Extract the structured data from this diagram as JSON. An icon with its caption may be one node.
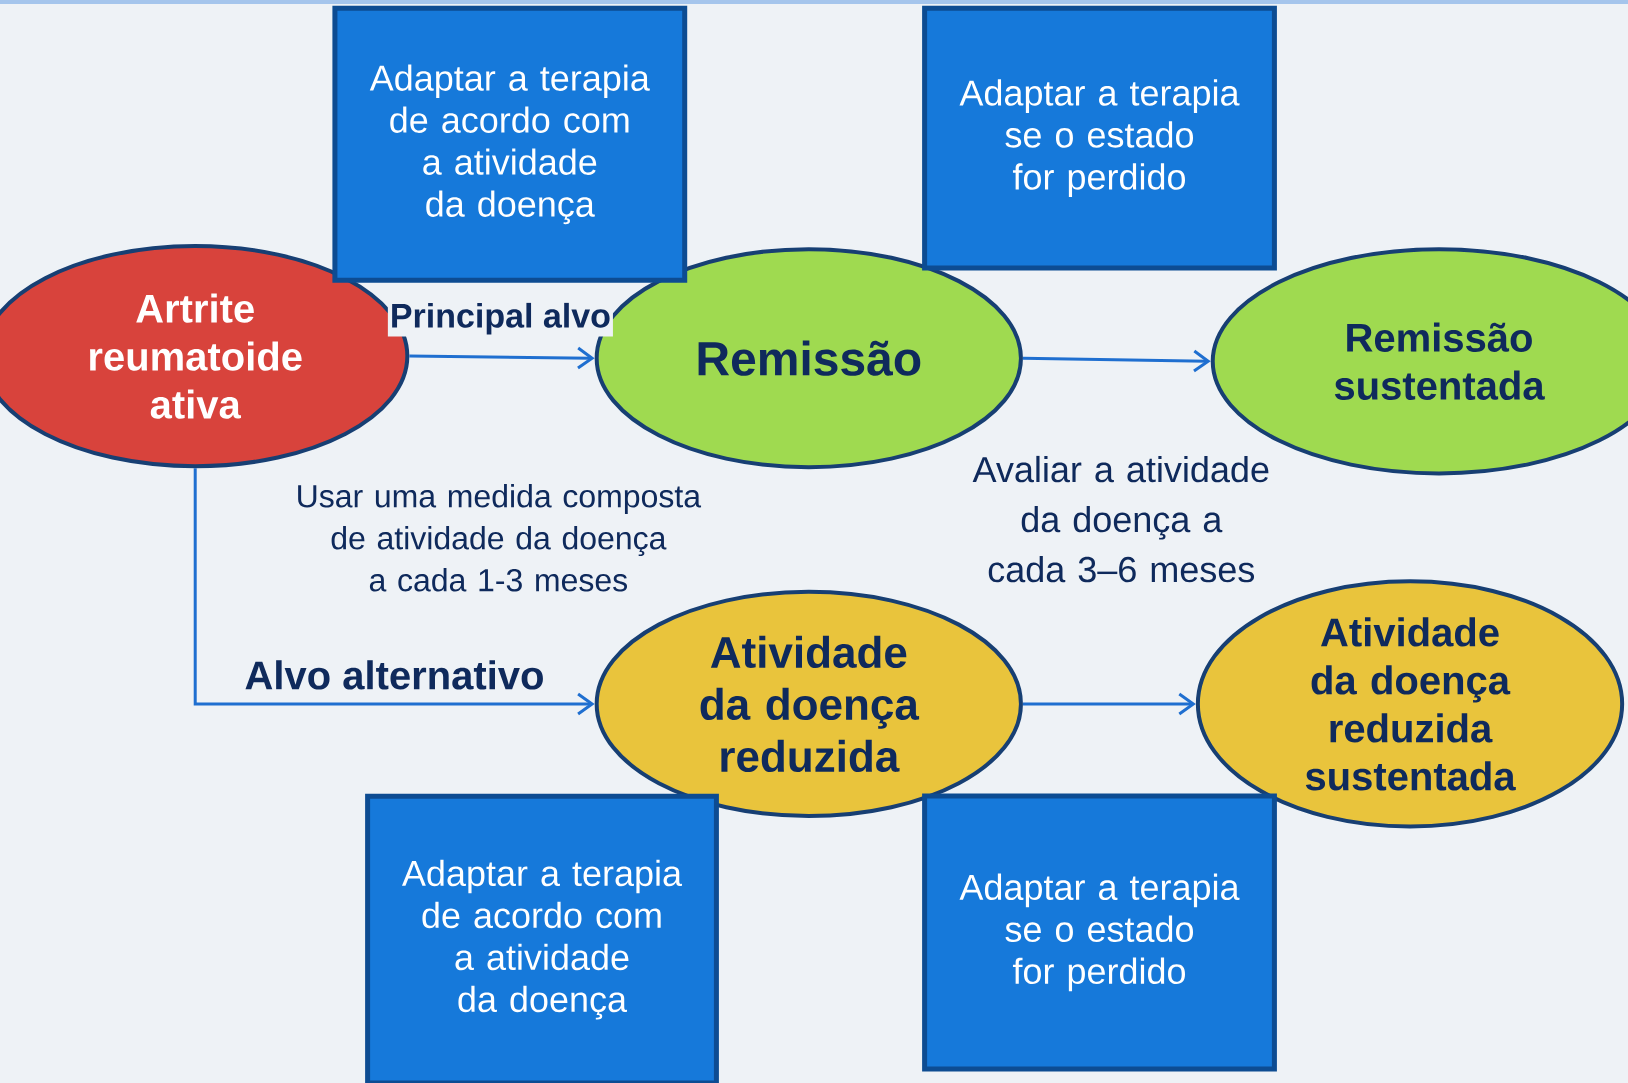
{
  "diagram": {
    "nodes": [
      {
        "text": [
          "Artrite reumatoide ativa"
        ]
      },
      {
        "text": [
          "Remissão"
        ]
      },
      {
        "text": [
          "Remissão sustentada"
        ]
      },
      {
        "text": [
          "Atividade da doença reduzida"
        ]
      },
      {
        "text": [
          "Atividade da doença reduzida sustentada"
        ]
      },
      {
        "text": [
          "Adaptar a terapia de acordo com a atividade da doença"
        ]
      },
      {
        "text": [
          "Adaptar a terapia se o estado for perdido"
        ]
      },
      {
        "text": [
          "Adaptar a terapia de acordo com a atividade da doença"
        ]
      },
      {
        "text": [
          "Adaptar a terapia se o estado for perdido"
        ]
      }
    ],
    "edges": [
      {
        "from": 0,
        "to": 1,
        "arrow": "to",
        "label": "Principal alvo"
      },
      {
        "from": 1,
        "to": 2,
        "arrow": "to"
      },
      {
        "from": 0,
        "to": 3,
        "arrow": "to",
        "label": "Alvo alternativo"
      },
      {
        "from": 3,
        "to": 4,
        "arrow": "to"
      }
    ],
    "labels": [
      "Usar uma medida composta de atividade da doença a cada 1-3 meses",
      "Avaliar a atividade da doença a cada 3–6 meses"
    ]
  }
}
